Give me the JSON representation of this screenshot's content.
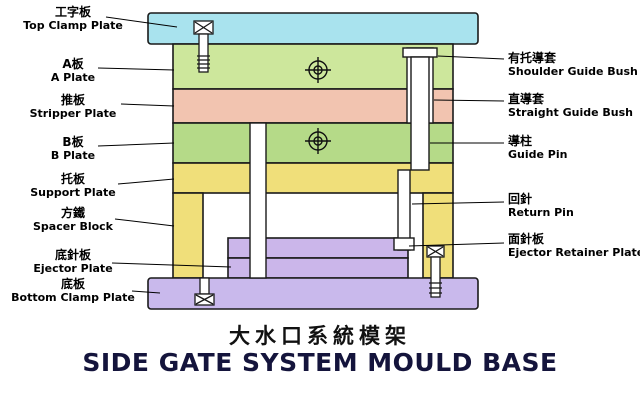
{
  "title": {
    "chinese": "大水口系統模架",
    "english": "SIDE GATE SYSTEM MOULD BASE"
  },
  "labels_left": [
    {
      "zh": "工字板",
      "en": "Top Clamp Plate"
    },
    {
      "zh": "A板",
      "en": "A Plate"
    },
    {
      "zh": "推板",
      "en": "Stripper Plate"
    },
    {
      "zh": "B板",
      "en": "B Plate"
    },
    {
      "zh": "托板",
      "en": "Support Plate"
    },
    {
      "zh": "方鐵",
      "en": "Spacer Block"
    },
    {
      "zh": "底針板",
      "en": "Ejector Plate"
    },
    {
      "zh": "底板",
      "en": "Bottom Clamp Plate"
    }
  ],
  "labels_right": [
    {
      "zh": "有托導套",
      "en": "Shoulder Guide Bush"
    },
    {
      "zh": "直導套",
      "en": "Straight Guide Bush"
    },
    {
      "zh": "導柱",
      "en": "Guide Pin"
    },
    {
      "zh": "回針",
      "en": "Return Pin"
    },
    {
      "zh": "面針板",
      "en": "Ejector Retainer Plate"
    }
  ],
  "colors": {
    "top_clamp_plate": "#a9e3ee",
    "a_plate": "#cde79c",
    "stripper_plate": "#f2c4b0",
    "b_plate": "#b5da88",
    "support_plate": "#f0df7a",
    "spacer_block": "#f0df7a",
    "ejector_retainer_plate": "#cbb6ea",
    "ejector_plate": "#cbb6ea",
    "bottom_clamp_plate": "#c9b9ec",
    "pin_fill": "#ffffff",
    "outline": "#1a1a1a"
  }
}
